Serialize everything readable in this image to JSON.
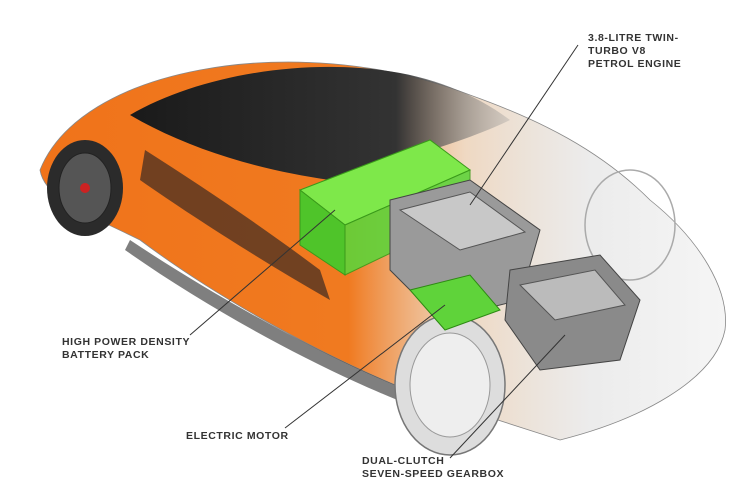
{
  "labels": {
    "engine": "3.8-LITRE TWIN-\nTURBO V8\nPETROL ENGINE",
    "battery": "HIGH POWER DENSITY\nBATTERY PACK",
    "motor": "ELECTRIC MOTOR",
    "gearbox": "DUAL-CLUTCH\nSEVEN-SPEED GEARBOX"
  },
  "colors": {
    "body": "#f0731a",
    "battery": "#6fe03a",
    "line": "#333333"
  }
}
